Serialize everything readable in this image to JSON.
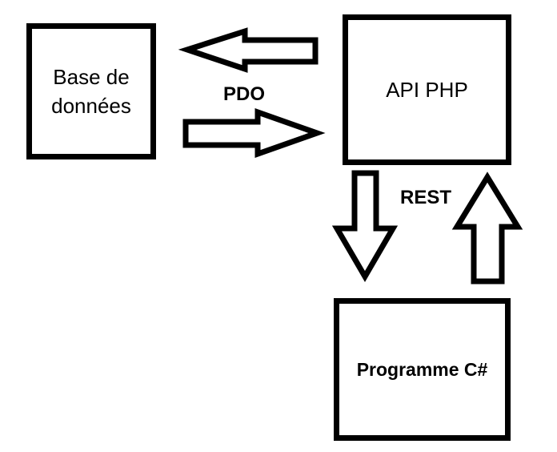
{
  "nodes": {
    "database": {
      "label": "Base de\ndonnées"
    },
    "api": {
      "label": "API PHP"
    },
    "program": {
      "label": "Programme C#"
    }
  },
  "connections": {
    "db_api": {
      "label": "PDO"
    },
    "api_program": {
      "label": "REST"
    }
  },
  "colors": {
    "stroke": "#000000",
    "fill": "#ffffff"
  }
}
